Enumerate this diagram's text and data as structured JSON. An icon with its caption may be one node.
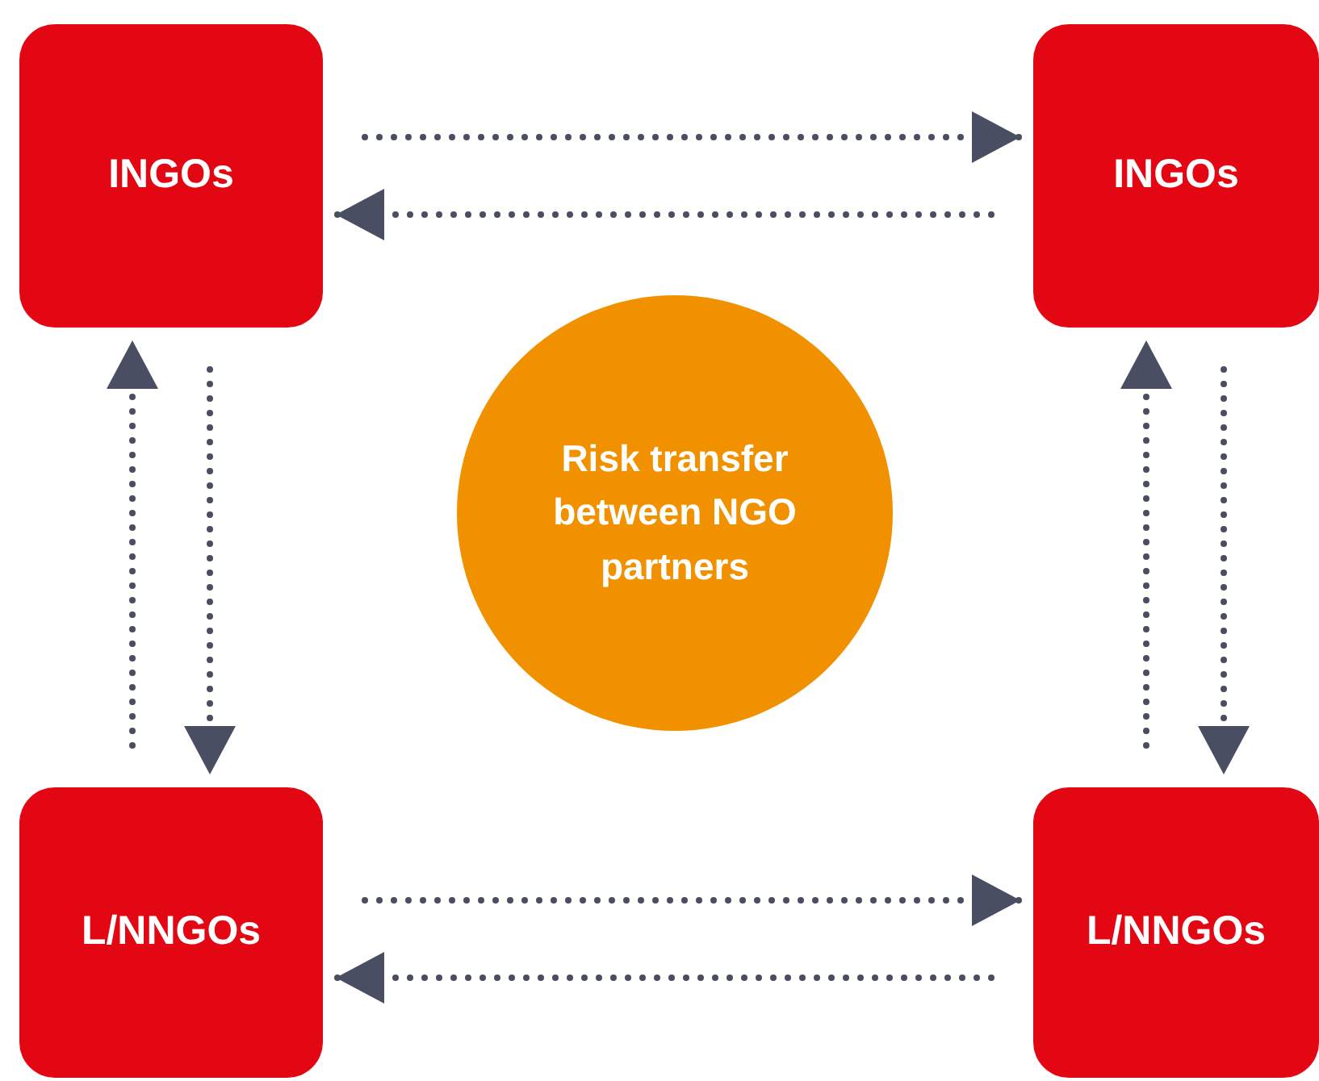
{
  "diagram": {
    "nodes": [
      {
        "text": [
          "INGOs"
        ]
      },
      {
        "text": [
          "INGOs"
        ]
      },
      {
        "text": [
          "Risk transfer between NGO partners"
        ]
      },
      {
        "text": [
          "L/NNGOs"
        ]
      },
      {
        "text": [
          "L/NNGOs"
        ]
      }
    ],
    "edges": [
      {
        "from": 0,
        "to": 1,
        "arrow": "to",
        "style": "dashed"
      },
      {
        "from": 1,
        "to": 0,
        "arrow": "to",
        "style": "dashed"
      },
      {
        "from": 3,
        "to": 0,
        "arrow": "to",
        "style": "dashed"
      },
      {
        "from": 0,
        "to": 3,
        "arrow": "to",
        "style": "dashed"
      },
      {
        "from": 4,
        "to": 1,
        "arrow": "to",
        "style": "dashed"
      },
      {
        "from": 1,
        "to": 4,
        "arrow": "to",
        "style": "dashed"
      },
      {
        "from": 3,
        "to": 4,
        "arrow": "to",
        "style": "dashed"
      },
      {
        "from": 4,
        "to": 3,
        "arrow": "to",
        "style": "dashed"
      }
    ]
  }
}
